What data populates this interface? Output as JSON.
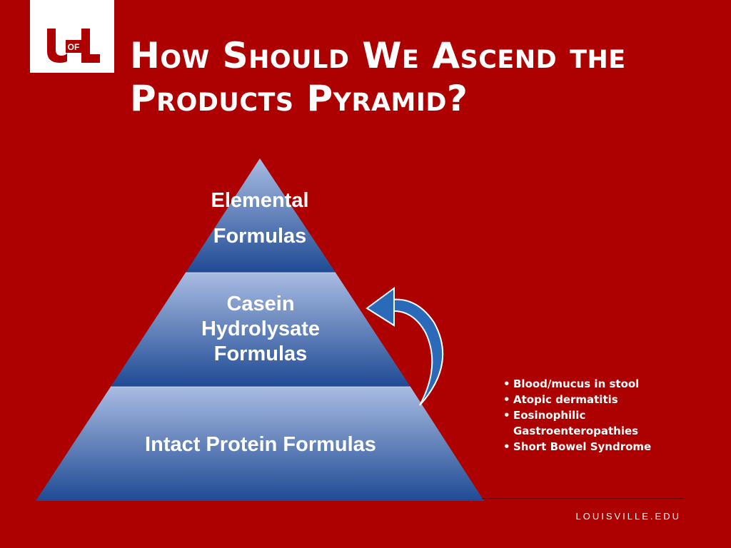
{
  "logo": {
    "text_main": "UL",
    "text_small": "OF"
  },
  "title": "How Should We Ascend the Products Pyramid?",
  "pyramid": {
    "tiers": [
      {
        "label_line1": "Elemental",
        "label_line2": "Formulas"
      },
      {
        "label_line1": "Casein",
        "label_line2": "Hydrolysate",
        "label_line3": "Formulas"
      },
      {
        "label": "Intact Protein Formulas"
      }
    ]
  },
  "arrow_icon": "curved-up-arrow",
  "bullets": [
    "Blood/mucus in stool",
    "Atopic dermatitis",
    "Eosinophilic Gastroenteropathies",
    "Short Bowel Syndrome"
  ],
  "footer": "LOUISVILLE.EDU",
  "colors": {
    "background": "#ad0000",
    "tier_light": "#a8bbe0",
    "tier_dark": "#1e4a94",
    "arrow": "#2a6ab8",
    "text": "#ffffff"
  }
}
